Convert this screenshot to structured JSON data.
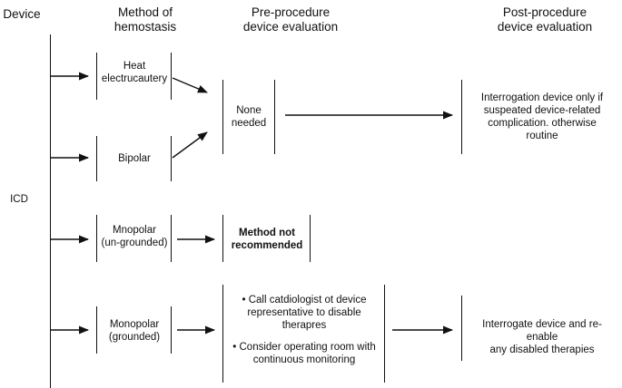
{
  "headers": {
    "device": "Device",
    "method": [
      "Method of",
      "hemostasis"
    ],
    "pre": [
      "Pre-procedure",
      "device evaluation"
    ],
    "post": [
      "Post-procedure",
      "device evaluation"
    ]
  },
  "device": "ICD",
  "methods": {
    "heat": [
      "Heat",
      "electrucautery"
    ],
    "bipolar": [
      "Bipolar"
    ],
    "mnopolar": [
      "Mnopolar",
      "(un-grounded)"
    ],
    "monopolar": [
      "Monopolar",
      "(grounded)"
    ]
  },
  "pre": {
    "none": [
      "None",
      "needed"
    ],
    "not_recommended": [
      "Method not",
      "recommended"
    ],
    "grounded_bullets": [
      [
        "• Call catdiologist ot device",
        "representative to disable",
        "therapres"
      ],
      [
        "• Consider operating room with",
        "continuous monitoring"
      ]
    ]
  },
  "post": {
    "routine": [
      "Interrogation device only if",
      "suspeated device-related",
      "complication. otherwise",
      "routine"
    ],
    "reenable": [
      "Interrogate device and re-enable",
      "any disabled therapies"
    ]
  }
}
